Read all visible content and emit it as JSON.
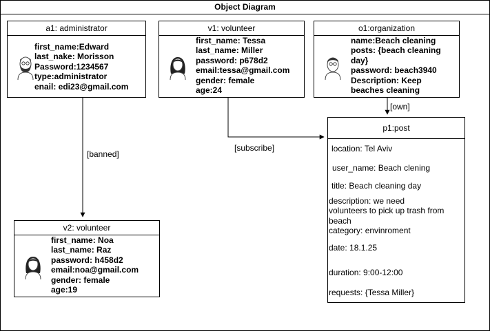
{
  "diagram": {
    "title": "Object Diagram",
    "objects": {
      "a1": {
        "header": "a1: administrator",
        "icon": "male-bearded-person-icon",
        "attributes": [
          "first_name:Edward",
          "last_nake: Morisson",
          "Password:1234567",
          "type:administrator",
          "enail: edi23@gmail.com"
        ]
      },
      "v1": {
        "header": "v1: volunteer",
        "icon": "female-person-icon",
        "attributes": [
          "first_name: Tessa",
          "last_name: Miller",
          "password: p678d2",
          "email:tessa@gmail.com",
          "gender: female",
          "age:24"
        ]
      },
      "o1": {
        "header": "o1:organization",
        "icon": "male-person-glasses-icon",
        "attributes": [
          "name:Beach cleaning",
          "posts: {beach cleaning",
          "day}",
          "password: beach3940",
          "Description: Keep",
          "beaches cleaning"
        ]
      },
      "v2": {
        "header": "v2: volunteer",
        "icon": "female-person-icon",
        "attributes": [
          "first_name: Noa",
          "last_name: Raz",
          "password: h458d2",
          "email:noa@gmail.com",
          "gender: female",
          "age:19"
        ]
      },
      "p1": {
        "header": "p1:post",
        "attributes": [
          "location: Tel Aviv",
          "",
          "user_name: Beach clening",
          "",
          "title: Beach cleaning day",
          "",
          "description: we need",
          "volunteers to pick up trash from",
          "beach",
          "category: envinroment",
          "",
          "date: 18.1.25",
          "",
          "duration: 9:00-12:00",
          "",
          "requests: {Tessa Miller}"
        ]
      }
    },
    "links": {
      "banned": "[banned]",
      "subscribe": "[subscribe]",
      "own": "[own]"
    }
  }
}
